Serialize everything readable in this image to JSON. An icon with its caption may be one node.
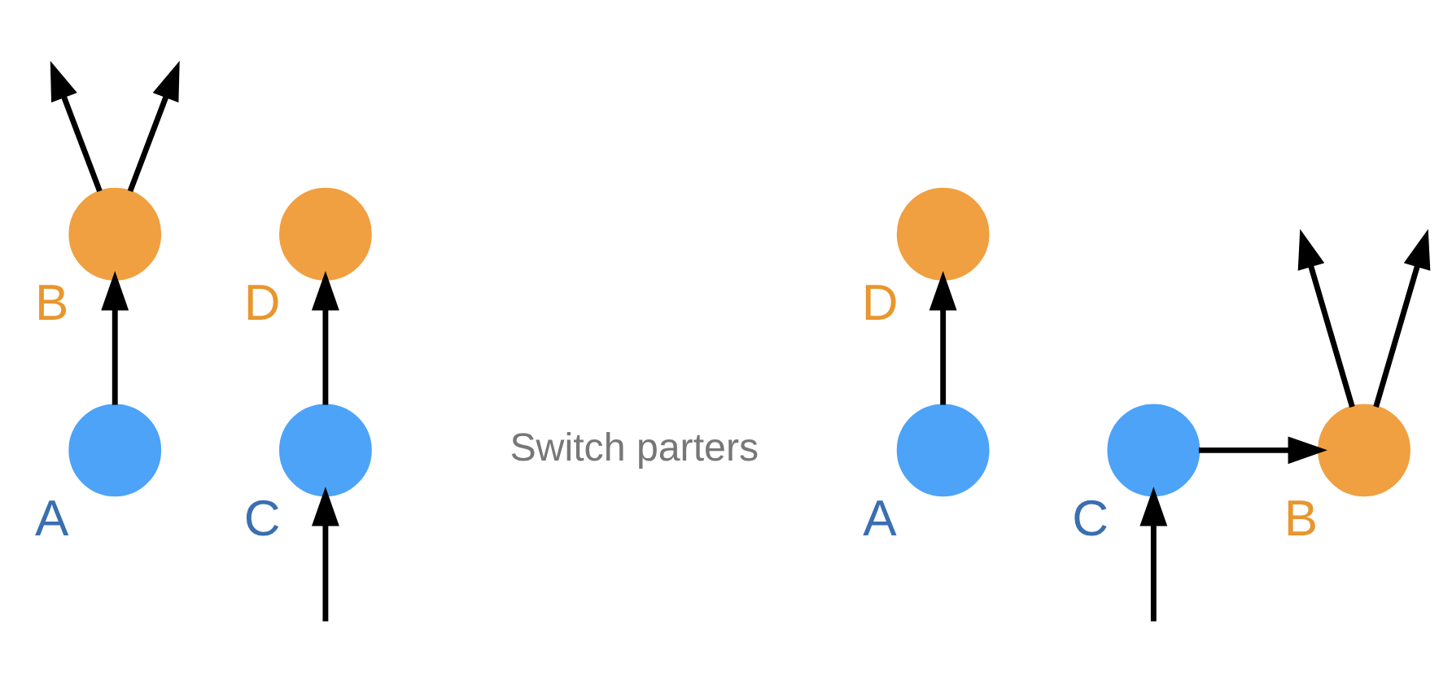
{
  "diagram": {
    "nodes": [
      {
        "text": [],
        "shape": "circle",
        "beside": [
          "A"
        ]
      },
      {
        "text": [],
        "shape": "circle",
        "beside": [
          "B"
        ]
      },
      {
        "text": [],
        "shape": "circle",
        "beside": [
          "C"
        ]
      },
      {
        "text": [],
        "shape": "circle",
        "beside": [
          "D"
        ]
      },
      {
        "text": [],
        "shape": "circle",
        "beside": [
          "A"
        ]
      },
      {
        "text": [],
        "shape": "circle",
        "beside": [
          "B"
        ]
      },
      {
        "text": [],
        "shape": "circle",
        "beside": [
          "C"
        ]
      },
      {
        "text": [],
        "shape": "circle",
        "beside": [
          "D"
        ]
      }
    ],
    "edges": [
      {
        "from": 0,
        "to": 1,
        "arrow": "to"
      },
      {
        "from": 1,
        "to": null,
        "arrow": "to"
      },
      {
        "from": 1,
        "to": null,
        "arrow": "to"
      },
      {
        "from": null,
        "to": 2,
        "arrow": "to"
      },
      {
        "from": 2,
        "to": 3,
        "arrow": "to"
      },
      {
        "from": 4,
        "to": 7,
        "arrow": "to"
      },
      {
        "from": 6,
        "to": 5,
        "arrow": "to"
      },
      {
        "from": 5,
        "to": null,
        "arrow": "to"
      },
      {
        "from": 5,
        "to": null,
        "arrow": "to"
      },
      {
        "from": null,
        "to": 6,
        "arrow": "to"
      }
    ],
    "labels": [
      "Switch parters"
    ]
  }
}
